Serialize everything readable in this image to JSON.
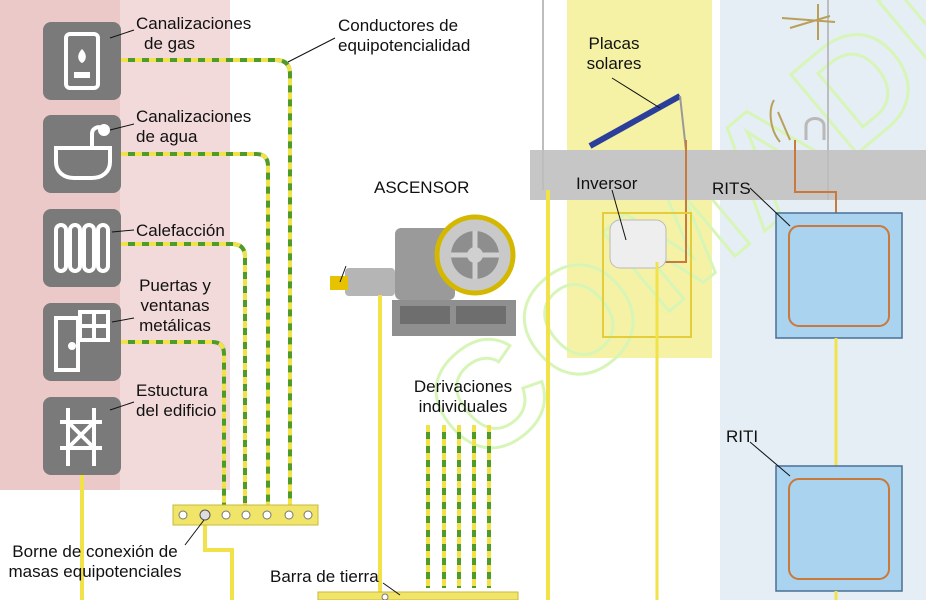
{
  "labels": {
    "gas": [
      "Canalizaciones",
      "de gas"
    ],
    "agua": [
      "Canalizaciones",
      "de agua"
    ],
    "calefaccion": [
      "Calefacción"
    ],
    "puertas": [
      "Puertas y",
      "ventanas",
      "metálicas"
    ],
    "estructura": [
      "Estuctura",
      "del edificio"
    ],
    "conductores": [
      "Conductores de",
      "equipotencialidad"
    ],
    "ascensor": "ASCENSOR",
    "placas": [
      "Placas",
      "solares"
    ],
    "inversor": "Inversor",
    "rits": "RITS",
    "riti": "RITI",
    "derivaciones": [
      "Derivaciones",
      "individuales"
    ],
    "borne": [
      "Borne de conexión de",
      "masas equipotenciales"
    ],
    "barra": "Barra de tierra"
  },
  "watermark": "COMADRID",
  "colors": {
    "left_panel": "#ecc9c9",
    "solar_panel": "#f5f2a6",
    "telecom_panel": "#e4eef4",
    "floor_band": "#c6c6c6",
    "icon_tile": "#7a7a7a",
    "cable_green": "#4e9a2a",
    "cable_yellow": "#f2e24a",
    "box_blue": "#a9d3ef",
    "box_frame": "#c9793b",
    "watermark": "#d8f5b8"
  },
  "icons": [
    "gas-boiler-icon",
    "bathtub-shower-icon",
    "radiator-icon",
    "door-window-icon",
    "building-structure-icon"
  ]
}
